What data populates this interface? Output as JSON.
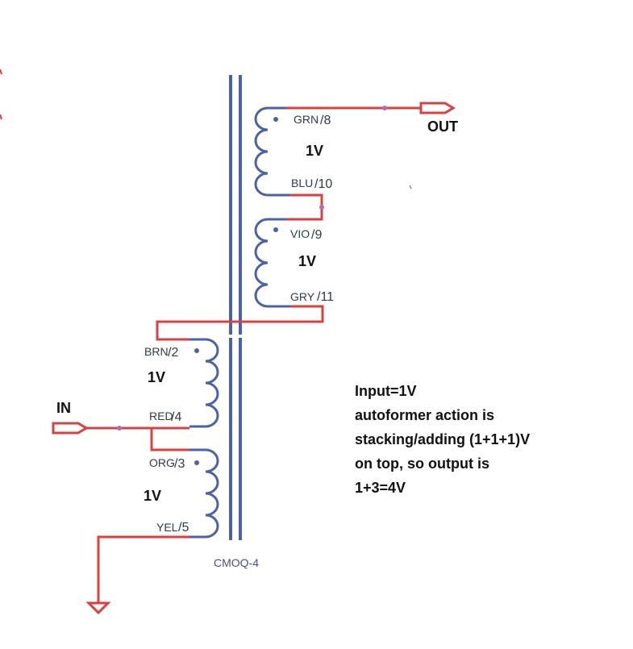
{
  "colors": {
    "wire": "#d94040",
    "winding": "#4a62a8",
    "core": "#4a62a8",
    "junction": "#b46ab4",
    "text": "#111111",
    "part_label": "#4a4f8a"
  },
  "core_label": "CMOQ-4",
  "terminals": {
    "out": "OUT",
    "in": "IN"
  },
  "secondary": {
    "winding_a": {
      "top_color": "GRN",
      "top_pin": "/8",
      "bottom_color": "BLU",
      "bottom_pin": "/10",
      "voltage": "1V"
    },
    "winding_b": {
      "top_color": "VIO",
      "top_pin": "/9",
      "bottom_color": "GRY",
      "bottom_pin": "/11",
      "voltage": "1V"
    }
  },
  "primary": {
    "winding_a": {
      "top_color": "BRN",
      "top_pin": "/2",
      "bottom_color": "RED",
      "bottom_pin": "/4",
      "voltage": "1V"
    },
    "winding_b": {
      "top_color": "ORG",
      "top_pin": "/3",
      "bottom_color": "YEL",
      "bottom_pin": "/5",
      "voltage": "1V"
    }
  },
  "note_lines": [
    "Input=1V",
    "autoformer action is",
    "stacking/adding (1+1+1)V",
    "on top, so output is",
    "1+3=4V"
  ]
}
